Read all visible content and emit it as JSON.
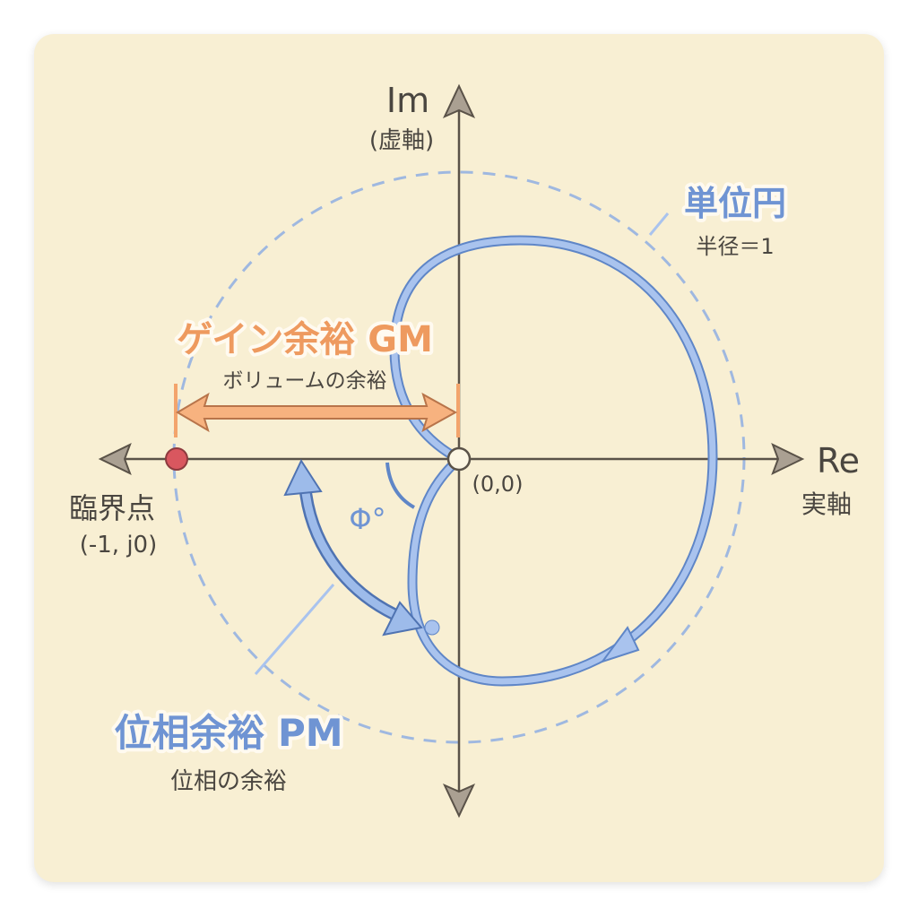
{
  "axes": {
    "im_label": "Im",
    "im_sub": "(虚軸)",
    "re_label": "Re",
    "re_sub": "実軸",
    "origin_label": "(0,0)"
  },
  "unit_circle": {
    "title": "単位円",
    "sub": "半径＝1",
    "radius": 1
  },
  "critical_point": {
    "title": "臨界点",
    "coords": "(-1, j0)",
    "re": -1,
    "im": 0
  },
  "gain_margin": {
    "title": "ゲイン余裕 GM",
    "sub": "ボリュームの余裕"
  },
  "phase_margin": {
    "title": "位相余裕 PM",
    "sub": "位相の余裕",
    "angle_label": "Φ°"
  },
  "colors": {
    "background": "#f8efd3",
    "curve": "#8fb0e3",
    "gain": "#f3a46c",
    "critical": "#d9575f",
    "axis": "#5a5248"
  }
}
